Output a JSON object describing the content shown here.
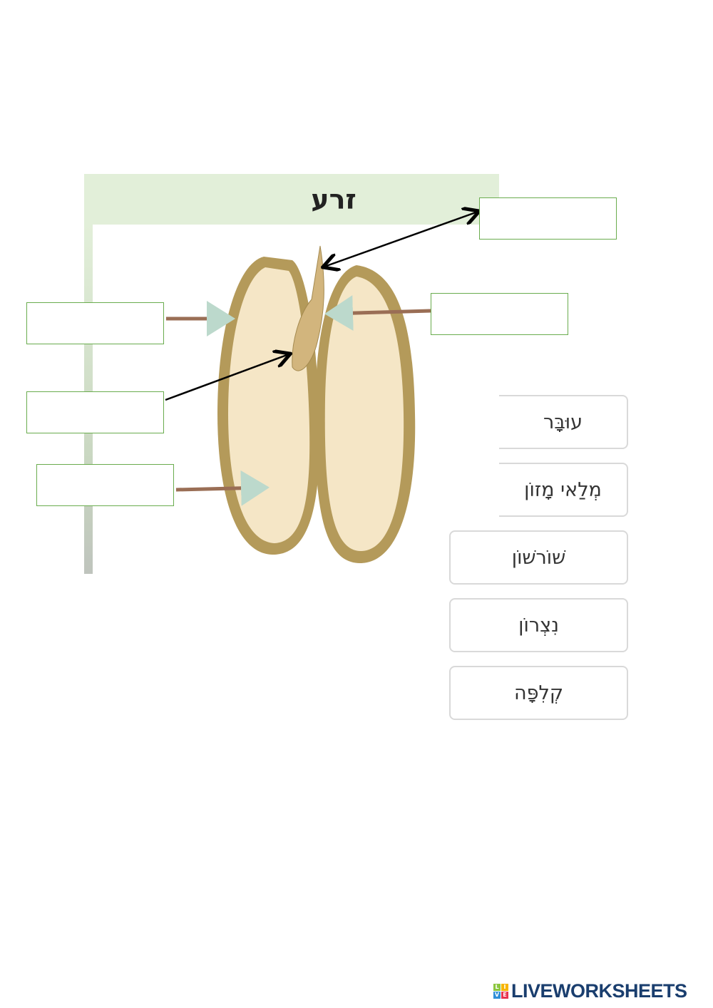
{
  "worksheet": {
    "title": "זרע",
    "answer_boxes": [
      "",
      "",
      "",
      "",
      ""
    ],
    "word_bank": [
      "עוּבָּר",
      "מְלַאי מָזוֹן",
      "שׁוֹרשׁוֹן",
      "נִצְרוֹן",
      "קְלִפָּה"
    ]
  },
  "branding": {
    "logo_text": "LIVEWORKSHEETS",
    "logo_letters": [
      "L",
      "I",
      "V",
      "E"
    ]
  },
  "colors": {
    "header_bg": "#e2efd9",
    "answer_border": "#6aac4e",
    "logo": "#1a3e6e"
  }
}
